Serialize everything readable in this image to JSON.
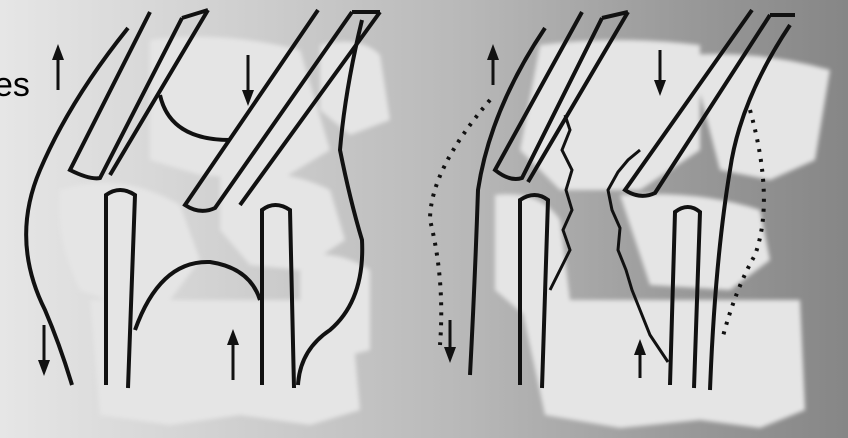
{
  "slide": {
    "text_fragment": "es"
  },
  "diagram": {
    "panels": [
      {
        "id": "left-joint"
      },
      {
        "id": "right-joint"
      }
    ],
    "colors": {
      "background_light": "#e6e6e6",
      "background_dark": "#868686",
      "bone_fill": "#e4e4e4",
      "line": "#111111"
    }
  }
}
